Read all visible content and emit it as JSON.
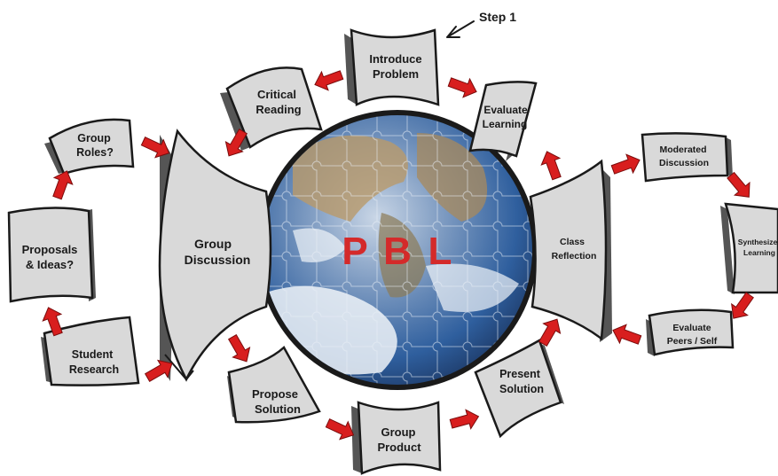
{
  "colors": {
    "card_fill": "#d9d9d9",
    "arrow_red": "#d81e1e",
    "pbl_letters": "#d42a2a",
    "globe_ocean": "#2f5f9e",
    "outline": "#1a1a1a"
  },
  "center": {
    "letters": [
      "P",
      "B",
      "L"
    ]
  },
  "pointer": {
    "label": "Step 1"
  },
  "steps": {
    "introduce_problem": [
      "Introduce",
      "Problem"
    ],
    "critical_reading": [
      "Critical",
      "Reading"
    ],
    "group_roles": [
      "Group",
      "Roles?"
    ],
    "proposals_ideas": [
      "Proposals",
      "& Ideas?"
    ],
    "student_research": [
      "Student",
      "Research"
    ],
    "group_discussion": [
      "Group",
      "Discussion"
    ],
    "propose_solution": [
      "Propose",
      "Solution"
    ],
    "group_product": [
      "Group",
      "Product"
    ],
    "present_solution": [
      "Present",
      "Solution"
    ],
    "class_reflection": [
      "Class",
      "Reflection"
    ],
    "evaluate_learning": [
      "Evaluate",
      "Learning"
    ],
    "moderated_discussion": [
      "Moderated",
      "Discussion"
    ],
    "synthesize_learning": [
      "Synthesize",
      "Learning"
    ],
    "evaluate_peers": [
      "Evaluate",
      "Peers / Self"
    ]
  },
  "icons": {
    "arrow": "red-flow-arrow",
    "pointer": "hand-drawn-pointer-arrow"
  }
}
